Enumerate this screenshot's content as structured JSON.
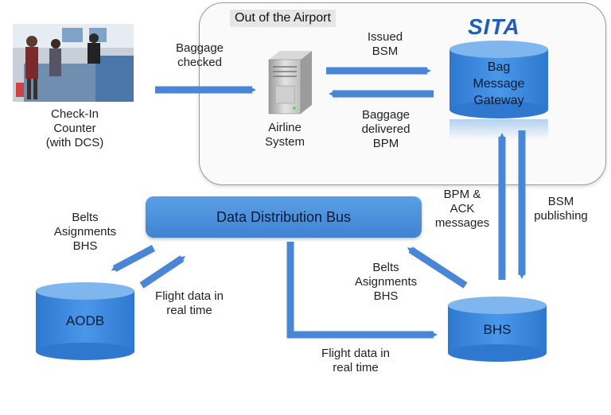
{
  "title": "Out of the Airport",
  "logo_text": "SITA",
  "nodes": {
    "checkin": {
      "line1": "Check-In",
      "line2": "Counter",
      "line3": "(with DCS)"
    },
    "airline": {
      "line1": "Airline",
      "line2": "System"
    },
    "gateway": {
      "line1": "Bag",
      "line2": "Message",
      "line3": "Gateway"
    },
    "ddb": "Data Distribution Bus",
    "aodb": "AODB",
    "bhs": "BHS"
  },
  "edges": {
    "baggage_checked": {
      "line1": "Baggage",
      "line2": "checked"
    },
    "issued_bsm": {
      "line1": "Issued",
      "line2": "BSM"
    },
    "baggage_delivered": {
      "line1": "Baggage",
      "line2": "delivered",
      "line3": "BPM"
    },
    "bpm_ack": {
      "line1": "BPM &",
      "line2": "ACK",
      "line3": "messages"
    },
    "bsm_publishing": {
      "line1": "BSM",
      "line2": "publishing"
    },
    "belts_left": {
      "line1": "Belts",
      "line2": "Asignments",
      "line3": "BHS"
    },
    "flight_left": {
      "line1": "Flight data in",
      "line2": "real time"
    },
    "belts_right": {
      "line1": "Belts",
      "line2": "Asignments",
      "line3": "BHS"
    },
    "flight_bottom": {
      "line1": "Flight data in",
      "line2": "real time"
    }
  },
  "colors": {
    "arrow": "#4a86d6",
    "cylinder": "#3a86dc",
    "cylinder_top": "#7fb6ee",
    "logo": "#1f5fb8"
  }
}
